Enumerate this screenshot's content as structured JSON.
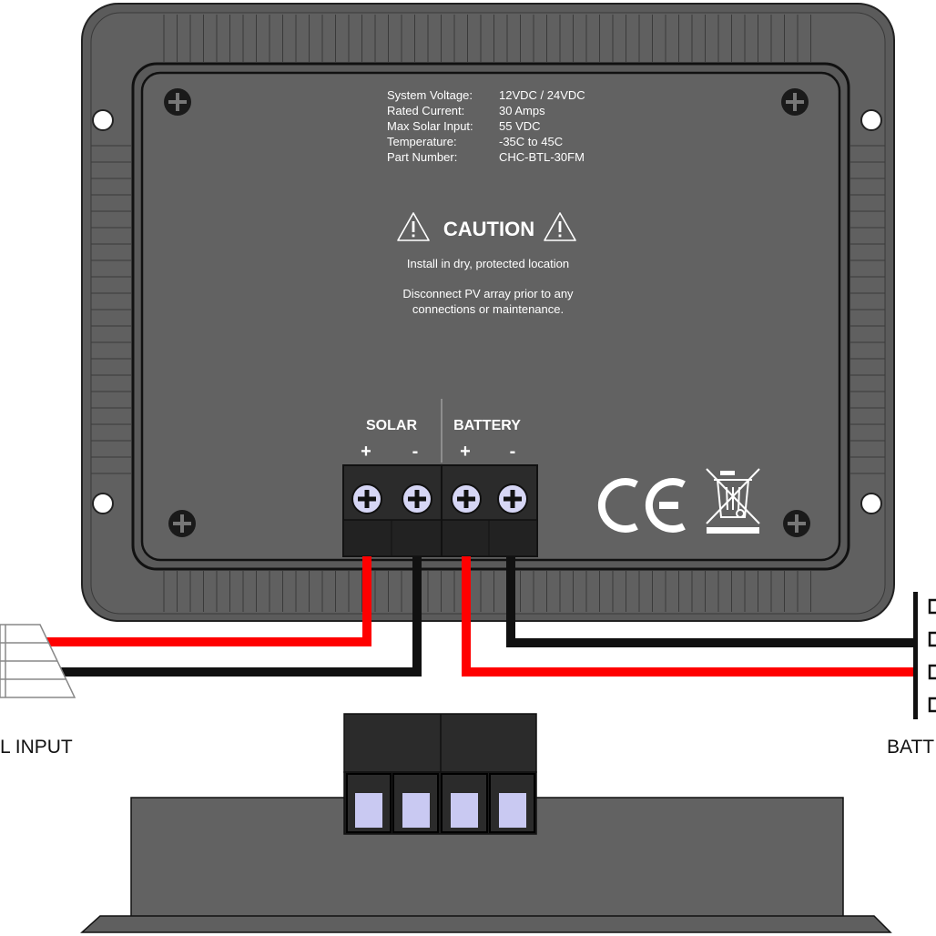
{
  "specs": [
    {
      "label": "System Voltage:",
      "value": "12VDC / 24VDC"
    },
    {
      "label": "Rated Current:",
      "value": "30 Amps"
    },
    {
      "label": "Max Solar Input:",
      "value": "55 VDC"
    },
    {
      "label": "Temperature:",
      "value": "-35C to 45C"
    },
    {
      "label": "Part Number:",
      "value": "CHC-BTL-30FM"
    }
  ],
  "caution": {
    "title": "CAUTION",
    "line1": "Install in dry, protected location",
    "line2": "Disconnect PV array prior to any",
    "line3": "connections or maintenance."
  },
  "terminals": {
    "solar_label": "SOLAR",
    "battery_label": "BATTERY",
    "solar_plus": "+",
    "solar_minus": "-",
    "battery_plus": "+",
    "battery_minus": "-"
  },
  "marks": {
    "ce": "CE",
    "weee_icon": "crossed-out-wheelie-bin-icon"
  },
  "external_labels": {
    "solar_input": "L INPUT",
    "battery": "BATT"
  },
  "colors": {
    "housing": "#5b5b5b",
    "panel": "#5f5f5f",
    "terminal_block": "#2b2b2b",
    "wire_positive": "#ff0000",
    "wire_negative": "#111111",
    "terminal_window": "#c9c9f2",
    "label_text": "#ffffff"
  }
}
